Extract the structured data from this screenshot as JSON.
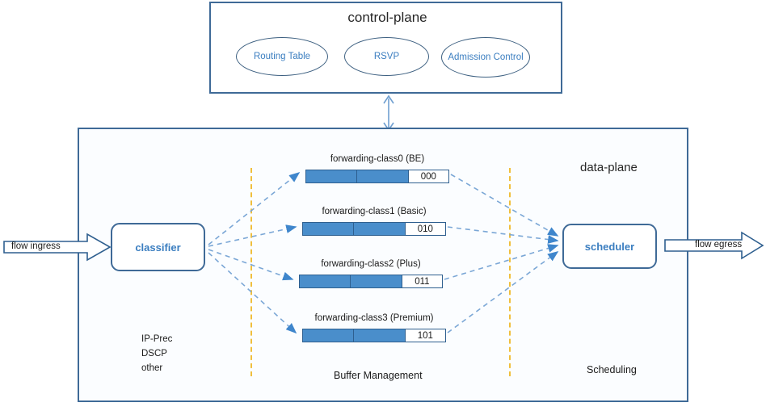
{
  "control_plane": {
    "title": "control-plane",
    "nodes": [
      {
        "name": "routing-table",
        "label": "Routing Table"
      },
      {
        "name": "rsvp",
        "label": "RSVP"
      },
      {
        "name": "admission-control",
        "label": "Admission Control"
      }
    ]
  },
  "data_plane": {
    "title": "data-plane",
    "classifier": {
      "label": "classifier"
    },
    "scheduler": {
      "label": "scheduler"
    },
    "flows": {
      "ingress_label": "flow ingress",
      "egress_label": "flow egress"
    },
    "classifier_criteria": "IP-Prec\nDSCP\nother",
    "criteria_lines": [
      "IP-Prec",
      "DSCP",
      "other"
    ],
    "section_labels": {
      "buffer_management": "Buffer Management",
      "scheduling": "Scheduling"
    },
    "queues": [
      {
        "label": "forwarding-class0 (BE)",
        "code": "000"
      },
      {
        "label": "forwarding-class1 (Basic)",
        "code": "010"
      },
      {
        "label": "forwarding-class2 (Plus)",
        "code": "011"
      },
      {
        "label": "forwarding-class3 (Premium)",
        "code": "101"
      }
    ]
  },
  "colors": {
    "plane_border": "#3f6a97",
    "node_text": "#3b7ec0",
    "queue_fill": "#4a8ecb",
    "queue_border": "#2e5f8f",
    "divider": "#f0bf3d",
    "connector": "#6f9fd0",
    "text": "#1a1a1a"
  }
}
